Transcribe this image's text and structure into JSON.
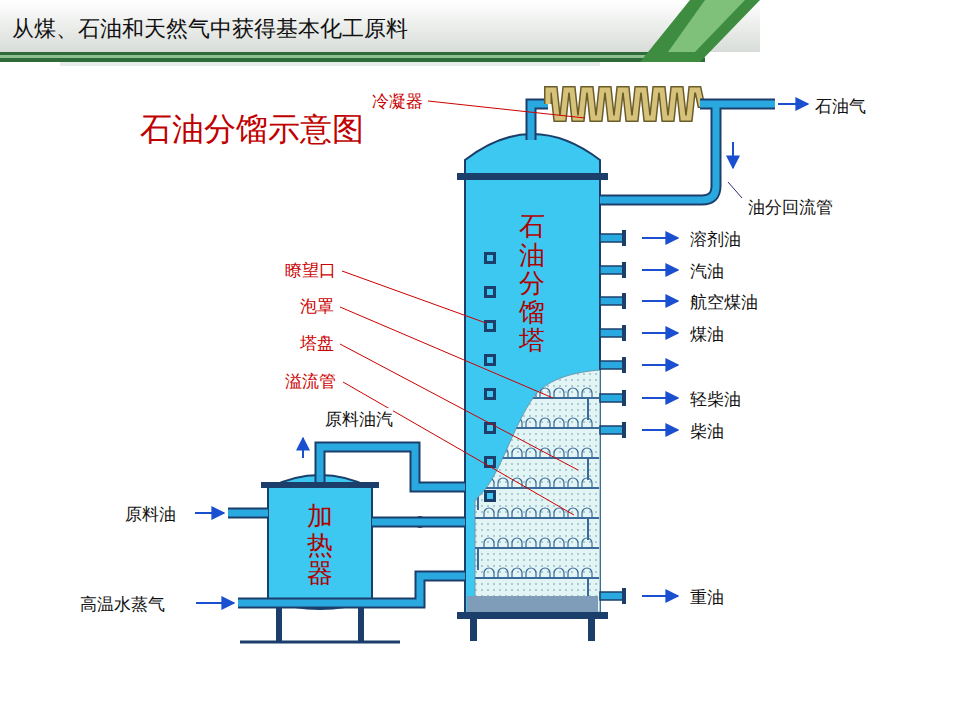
{
  "diagram": {
    "title": "从煤、石油和天然气中获得基本化工原料",
    "caption": "石油分馏示意图",
    "nodes": [
      {
        "text": [
          "石油分馏塔"
        ]
      },
      {
        "text": [
          "加热器"
        ]
      }
    ],
    "edges": [
      {
        "from": 1,
        "to": 0,
        "arrow": "none",
        "label": "原料油汽"
      },
      {
        "from": 1,
        "to": 0,
        "arrow": "none"
      }
    ],
    "labels": [
      "冷凝器",
      "石油气",
      "油分回流管",
      "溶剂油",
      "汽油",
      "航空煤油",
      "煤油",
      "轻柴油",
      "柴油",
      "重油",
      "瞭望口",
      "泡罩",
      "塔盘",
      "溢流管",
      "原料油",
      "高温水蒸气"
    ]
  }
}
